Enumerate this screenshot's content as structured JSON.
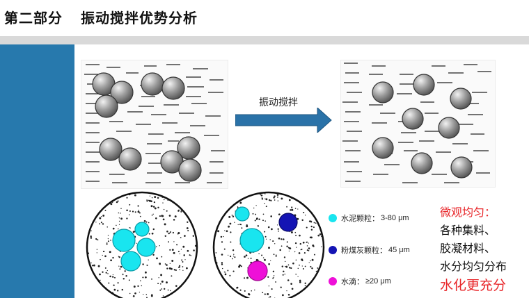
{
  "header": {
    "section": "第二部分",
    "title": "振动搅拌优势分析"
  },
  "arrow": {
    "label": "振动搅拌"
  },
  "legend": [
    {
      "label": "水泥颗粒：",
      "value": "3-80 μm",
      "color": "#19e5ef"
    },
    {
      "label": "粉煤灰颗粒：",
      "value": "45 μm",
      "color": "#1414b4"
    },
    {
      "label": "水滴：",
      "value": "≥20 μm",
      "color": "#ee10d8"
    }
  ],
  "note": {
    "line1": "微观均匀：",
    "line2": "各种集料、",
    "line3": "胶凝材料、",
    "line4": "水分均匀分布",
    "line5": "水化更充分"
  }
}
